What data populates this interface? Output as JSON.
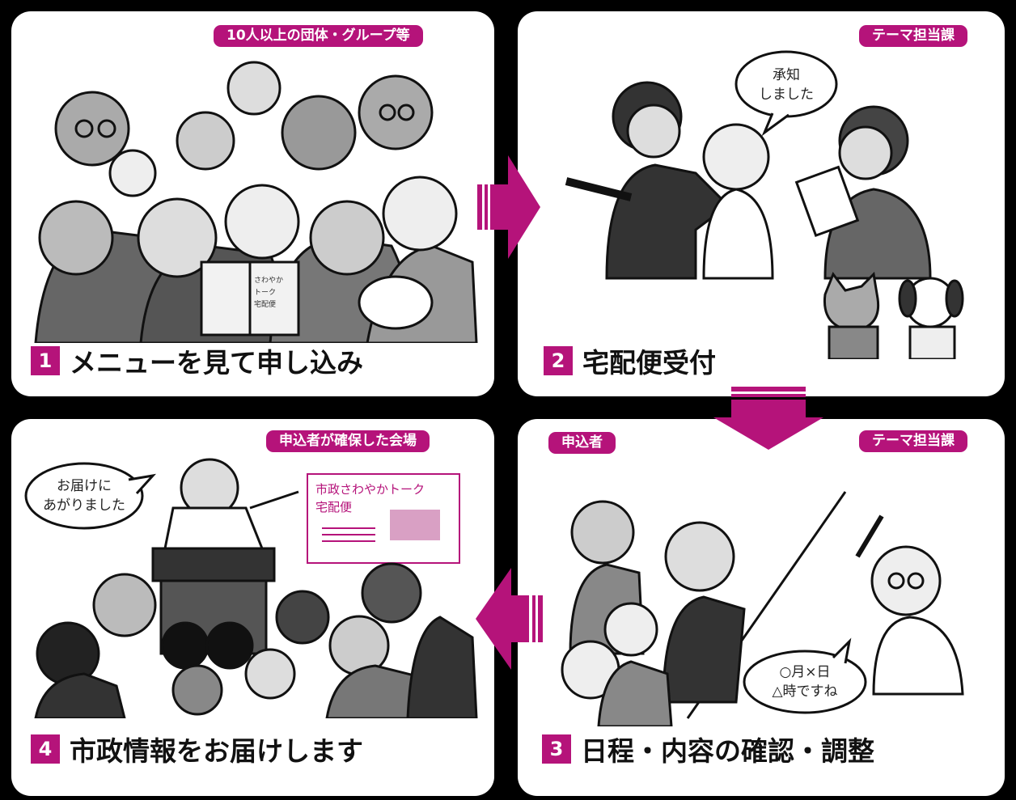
{
  "colors": {
    "accent": "#b5137a",
    "background": "#000000",
    "panel": "#ffffff"
  },
  "steps": [
    {
      "number": "1",
      "caption": "メニューを見て申し込み",
      "tag": "10人以上の団体・グループ等",
      "book_text": [
        "さわやか",
        "トーク",
        "宅配便"
      ]
    },
    {
      "number": "2",
      "caption": "宅配便受付",
      "tag": "テーマ担当課",
      "speech": [
        "承知",
        "しました"
      ]
    },
    {
      "number": "3",
      "caption": "日程・内容の確認・調整",
      "tag_left": "申込者",
      "tag_right": "テーマ担当課",
      "speech": [
        "○月×日",
        "△時ですね"
      ]
    },
    {
      "number": "4",
      "caption": "市政情報をお届けします",
      "tag": "申込者が確保した会場",
      "speech": [
        "お届けに",
        "あがりました"
      ],
      "board": [
        "市政さわやかトーク",
        "宅配便"
      ]
    }
  ],
  "arrows": [
    "arrow-right",
    "arrow-down",
    "arrow-left"
  ]
}
